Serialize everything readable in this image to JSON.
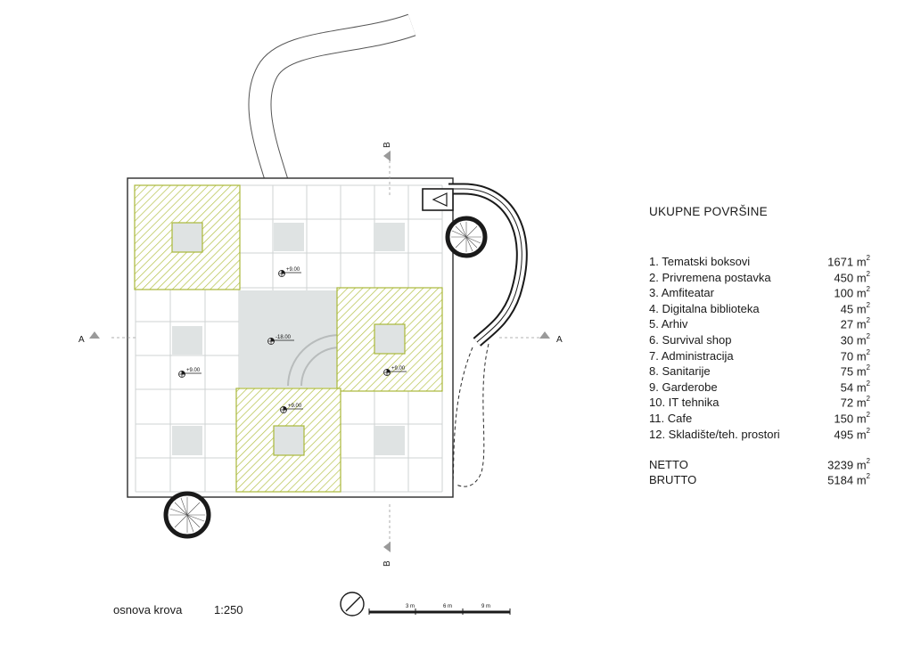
{
  "sheet": {
    "title": "osnova krova",
    "scale": "1:250"
  },
  "summary": {
    "title": "UKUPNE POVRŠINE",
    "rooms": [
      {
        "name": "1. Tematski boksovi",
        "value": "1671 m",
        "unit_sup": "2"
      },
      {
        "name": "2. Privremena postavka",
        "value": "450 m",
        "unit_sup": "2"
      },
      {
        "name": "3. Amfiteatar",
        "value": "100 m",
        "unit_sup": "2"
      },
      {
        "name": "4. Digitalna biblioteka",
        "value": "45 m",
        "unit_sup": "2"
      },
      {
        "name": "5. Arhiv",
        "value": "27 m",
        "unit_sup": "2"
      },
      {
        "name": "6. Survival shop",
        "value": "30 m",
        "unit_sup": "2"
      },
      {
        "name": "7. Administracija",
        "value": "70 m",
        "unit_sup": "2"
      },
      {
        "name": "8. Sanitarije",
        "value": "75 m",
        "unit_sup": "2"
      },
      {
        "name": "9. Garderobe",
        "value": "54 m",
        "unit_sup": "2"
      },
      {
        "name": "10. IT tehnika",
        "value": "72 m",
        "unit_sup": "2"
      },
      {
        "name": "11. Cafe",
        "value": "150 m",
        "unit_sup": "2"
      },
      {
        "name": "12. Skladište/teh. prostori",
        "value": "495 m",
        "unit_sup": "2"
      }
    ],
    "totals": [
      {
        "name": "NETTO",
        "value": "3239 m",
        "unit_sup": "2"
      },
      {
        "name": "BRUTTO",
        "value": "5184 m",
        "unit_sup": "2"
      }
    ]
  },
  "section_marks": {
    "a_left": "A",
    "a_right": "A",
    "b_top": "B",
    "b_bottom": "B"
  },
  "elevations": {
    "e1": "+9.00",
    "e2": "-18.00",
    "e3": "+9.00",
    "e4": "+9.00",
    "e5": "+9.00"
  },
  "scale_bar": {
    "tick_1": "3 m",
    "tick_2": "6 m",
    "tick_3": "9 m"
  },
  "colors": {
    "hatch_green": "#b5c24a",
    "fill_grey": "#dfe3e3",
    "line_dark": "#2a2a2a",
    "grid_light": "#cfd3d3"
  }
}
